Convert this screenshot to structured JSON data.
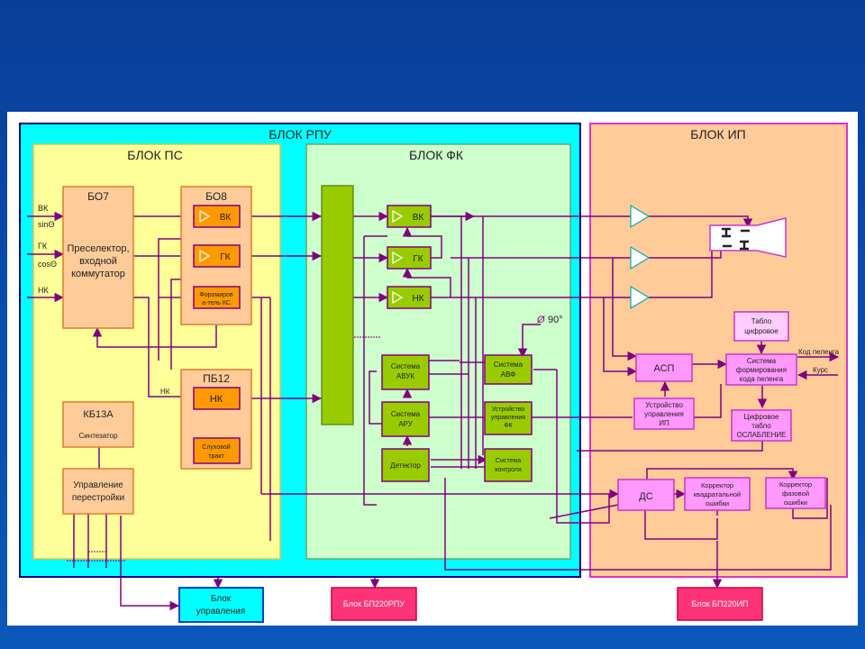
{
  "colors": {
    "background": "#0a4aa8",
    "block_rpu": "#00ffff",
    "block_ps": "#ffff99",
    "block_fk": "#ccffcc",
    "block_ip": "#ffcc99",
    "unit_orange": "#ffcc99",
    "unit_active": "#ff9900",
    "unit_green": "#99cc00",
    "unit_pink": "#ff99ff",
    "unit_red": "#ff3377",
    "line": "#800080"
  },
  "blocks": {
    "rpu": "БЛОК РПУ",
    "ps": "БЛОК ПС",
    "fk": "БЛОК ФК",
    "ip": "БЛОК ИП"
  },
  "ps": {
    "bo7": {
      "title": "БО7",
      "body": [
        "Преселектор,",
        "входной",
        "коммутатор"
      ]
    },
    "bo8": {
      "title": "БО8",
      "vk": "ВК",
      "gk": "ГК",
      "fks": [
        "Форомиров",
        "а-тель КС"
      ]
    },
    "pb12": {
      "title": "ПБ12",
      "nk": "НК",
      "sluh": [
        "Слуховой",
        "тракт"
      ]
    },
    "kb13a": {
      "title": "КБ13А",
      "sub": "Синтезатор"
    },
    "upr": [
      "Управление",
      "перестройки"
    ],
    "inputs": {
      "vk": "ВК",
      "sin": "sinΘ",
      "gk": "ГК",
      "cos": "cosΘ",
      "nk": "НК"
    },
    "nk_label": "НК"
  },
  "fk": {
    "vk": "ВК",
    "gk": "ГК",
    "nk": "НК",
    "phase": "90°",
    "avuk": [
      "Система",
      "АВУК"
    ],
    "avf": [
      "Система",
      "АВФ"
    ],
    "aru": [
      "Система",
      "АРУ"
    ],
    "ustr": [
      "Устройство",
      "управления",
      "ФК"
    ],
    "det": "Детектор",
    "kontrol": [
      "Система",
      "контроля"
    ]
  },
  "ip": {
    "tablo": [
      "Табло",
      "цифровое"
    ],
    "asp": "АСП",
    "sfkp": [
      "Система",
      "формирования",
      "кода пеленга"
    ],
    "kod": "Код пеленга",
    "kurs": "Курс",
    "uip": [
      "Устройство",
      "управления",
      "ИП"
    ],
    "tablo_osl": [
      "Цифровое",
      "табло",
      "ОСЛАБЛЕНИЕ"
    ],
    "ds": "ДС",
    "kko": [
      "Корректор",
      "квадратальной",
      "ошибки"
    ],
    "kfo": [
      "Корректор",
      "фазовой",
      "ошибки"
    ]
  },
  "bottom": {
    "bu": [
      "Блок",
      "управления"
    ],
    "bp_rpu": "Блок БП220РПУ",
    "bp_ip": "Блок БП220ИП"
  }
}
